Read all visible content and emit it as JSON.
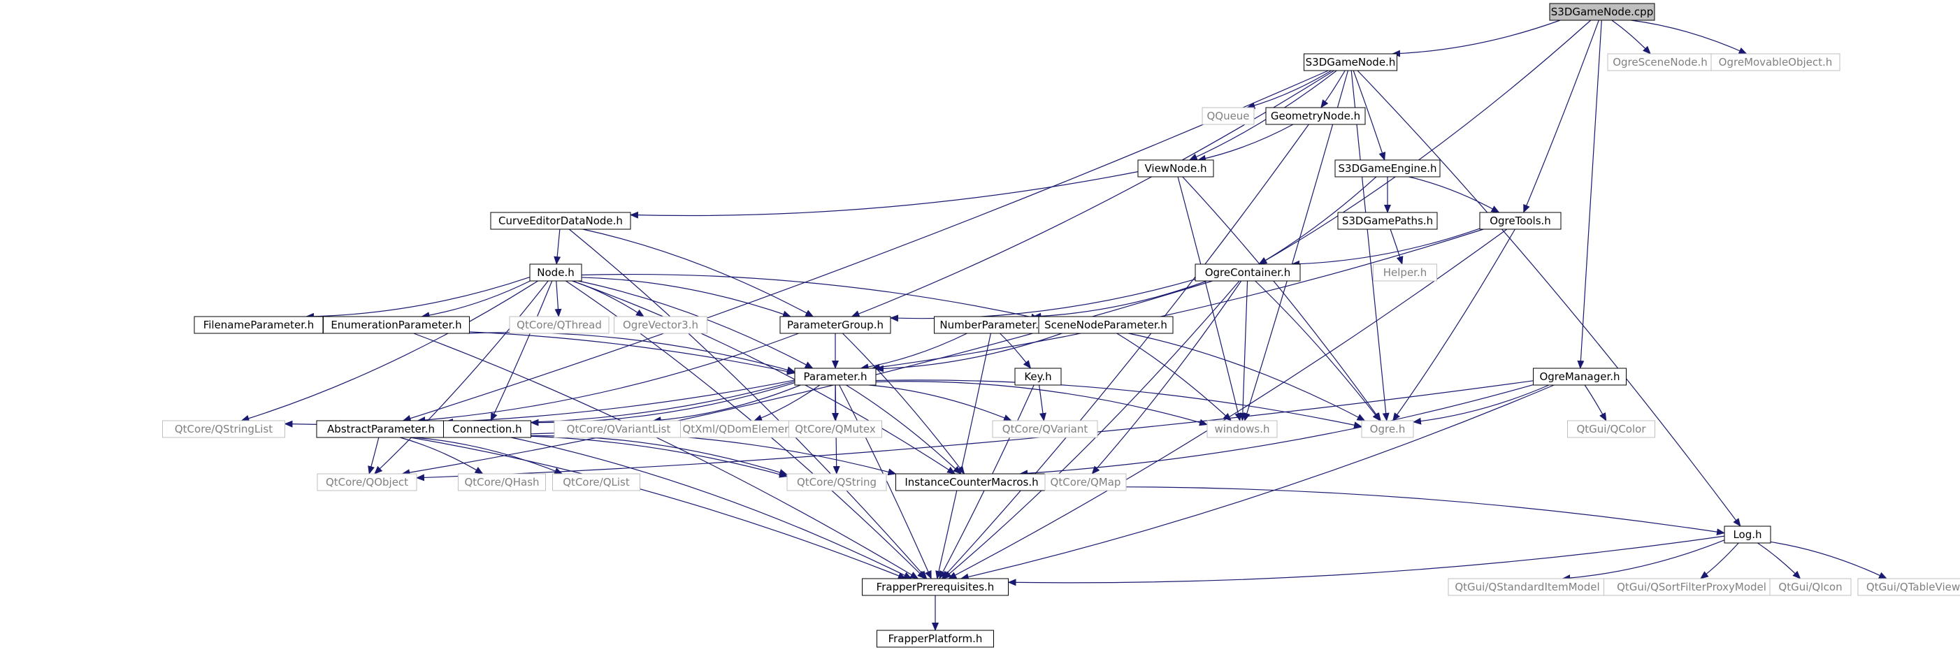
{
  "graph": {
    "root": "S3DGameNode.cpp",
    "colors": {
      "background": "#ffffff",
      "edge": "#191970",
      "node_border": "#000000",
      "external_border": "#bfbfbf",
      "external_text": "#808080",
      "root_fill": "#bfbfbf",
      "text": "#000000"
    },
    "nodes": {
      "root": {
        "label": "S3DGameNode.cpp",
        "kind": "root"
      },
      "s3dgamenode_h": {
        "label": "S3DGameNode.h",
        "kind": "documented"
      },
      "ogrescenenode_h": {
        "label": "OgreSceneNode.h",
        "kind": "external"
      },
      "ogremovableobject_h": {
        "label": "OgreMovableObject.h",
        "kind": "external"
      },
      "qqueue": {
        "label": "QQueue",
        "kind": "external"
      },
      "geometrynode_h": {
        "label": "GeometryNode.h",
        "kind": "documented"
      },
      "viewnode_h": {
        "label": "ViewNode.h",
        "kind": "documented"
      },
      "s3dgameengine_h": {
        "label": "S3DGameEngine.h",
        "kind": "documented"
      },
      "s3dgamepaths_h": {
        "label": "S3DGamePaths.h",
        "kind": "documented"
      },
      "helper_h": {
        "label": "Helper.h",
        "kind": "external"
      },
      "ogretools_h": {
        "label": "OgreTools.h",
        "kind": "documented"
      },
      "curveeditordatanode_h": {
        "label": "CurveEditorDataNode.h",
        "kind": "documented"
      },
      "node_h": {
        "label": "Node.h",
        "kind": "documented"
      },
      "ogrecontainer_h": {
        "label": "OgreContainer.h",
        "kind": "documented"
      },
      "filenameparameter_h": {
        "label": "FilenameParameter.h",
        "kind": "documented"
      },
      "enumerationparameter_h": {
        "label": "EnumerationParameter.h",
        "kind": "documented"
      },
      "qtcore_qthread": {
        "label": "QtCore/QThread",
        "kind": "external"
      },
      "ogrevector3_h": {
        "label": "OgreVector3.h",
        "kind": "external"
      },
      "parametergroup_h": {
        "label": "ParameterGroup.h",
        "kind": "documented"
      },
      "numberparameter_h": {
        "label": "NumberParameter.h",
        "kind": "documented"
      },
      "scenenodeparameter_h": {
        "label": "SceneNodeParameter.h",
        "kind": "documented"
      },
      "parameter_h": {
        "label": "Parameter.h",
        "kind": "documented"
      },
      "key_h": {
        "label": "Key.h",
        "kind": "documented"
      },
      "ogremanager_h": {
        "label": "OgreManager.h",
        "kind": "documented"
      },
      "qtcore_qstringlist": {
        "label": "QtCore/QStringList",
        "kind": "external"
      },
      "abstractparameter_h": {
        "label": "AbstractParameter.h",
        "kind": "documented"
      },
      "connection_h": {
        "label": "Connection.h",
        "kind": "documented"
      },
      "qtcore_qvariantlist": {
        "label": "QtCore/QVariantList",
        "kind": "external"
      },
      "qtxml_qdomelement": {
        "label": "QtXml/QDomElement",
        "kind": "external"
      },
      "qtcore_qmutex": {
        "label": "QtCore/QMutex",
        "kind": "external"
      },
      "qtcore_qvariant": {
        "label": "QtCore/QVariant",
        "kind": "external"
      },
      "windows_h": {
        "label": "windows.h",
        "kind": "external"
      },
      "ogre_h": {
        "label": "Ogre.h",
        "kind": "external"
      },
      "qtgui_qcolor": {
        "label": "QtGui/QColor",
        "kind": "external"
      },
      "qtcore_qobject": {
        "label": "QtCore/QObject",
        "kind": "external"
      },
      "qtcore_qhash": {
        "label": "QtCore/QHash",
        "kind": "external"
      },
      "qtcore_qlist": {
        "label": "QtCore/QList",
        "kind": "external"
      },
      "qtcore_qstring": {
        "label": "QtCore/QString",
        "kind": "external"
      },
      "instancecountermacros_h": {
        "label": "InstanceCounterMacros.h",
        "kind": "documented"
      },
      "qtcore_qmap": {
        "label": "QtCore/QMap",
        "kind": "external"
      },
      "log_h": {
        "label": "Log.h",
        "kind": "documented"
      },
      "frapperprerequisites_h": {
        "label": "FrapperPrerequisites.h",
        "kind": "documented"
      },
      "qtgui_qstandarditemmodel": {
        "label": "QtGui/QStandardItemModel",
        "kind": "external"
      },
      "qtgui_qsortfilterproxymodel": {
        "label": "QtGui/QSortFilterProxyModel",
        "kind": "external"
      },
      "qtgui_qicon": {
        "label": "QtGui/QIcon",
        "kind": "external"
      },
      "qtgui_qtableview": {
        "label": "QtGui/QTableView",
        "kind": "external"
      },
      "frapperplatform_h": {
        "label": "FrapperPlatform.h",
        "kind": "documented"
      }
    },
    "edges": [
      [
        "root",
        "s3dgamenode_h"
      ],
      [
        "root",
        "ogrescenenode_h"
      ],
      [
        "root",
        "ogremovableobject_h"
      ],
      [
        "root",
        "ogrecontainer_h"
      ],
      [
        "root",
        "ogretools_h"
      ],
      [
        "root",
        "ogremanager_h"
      ],
      [
        "s3dgamenode_h",
        "qqueue"
      ],
      [
        "s3dgamenode_h",
        "geometrynode_h"
      ],
      [
        "s3dgamenode_h",
        "viewnode_h"
      ],
      [
        "s3dgamenode_h",
        "s3dgameengine_h"
      ],
      [
        "s3dgamenode_h",
        "parametergroup_h"
      ],
      [
        "s3dgamenode_h",
        "abstractparameter_h"
      ],
      [
        "s3dgamenode_h",
        "windows_h"
      ],
      [
        "s3dgamenode_h",
        "ogre_h"
      ],
      [
        "s3dgamenode_h",
        "log_h"
      ],
      [
        "geometrynode_h",
        "viewnode_h"
      ],
      [
        "geometrynode_h",
        "frapperprerequisites_h"
      ],
      [
        "viewnode_h",
        "curveeditordatanode_h"
      ],
      [
        "viewnode_h",
        "windows_h"
      ],
      [
        "viewnode_h",
        "ogre_h"
      ],
      [
        "s3dgameengine_h",
        "s3dgamepaths_h"
      ],
      [
        "s3dgameengine_h",
        "ogretools_h"
      ],
      [
        "s3dgameengine_h",
        "ogrecontainer_h"
      ],
      [
        "s3dgamepaths_h",
        "helper_h"
      ],
      [
        "ogretools_h",
        "ogrecontainer_h"
      ],
      [
        "ogretools_h",
        "parameter_h"
      ],
      [
        "ogretools_h",
        "ogre_h"
      ],
      [
        "ogretools_h",
        "frapperprerequisites_h"
      ],
      [
        "curveeditordatanode_h",
        "node_h"
      ],
      [
        "curveeditordatanode_h",
        "parametergroup_h"
      ],
      [
        "curveeditordatanode_h",
        "frapperprerequisites_h"
      ],
      [
        "node_h",
        "filenameparameter_h"
      ],
      [
        "node_h",
        "enumerationparameter_h"
      ],
      [
        "node_h",
        "qtcore_qthread"
      ],
      [
        "node_h",
        "ogrevector3_h"
      ],
      [
        "node_h",
        "parametergroup_h"
      ],
      [
        "node_h",
        "scenenodeparameter_h"
      ],
      [
        "node_h",
        "parameter_h"
      ],
      [
        "node_h",
        "qtcore_qstringlist"
      ],
      [
        "node_h",
        "qtcore_qobject"
      ],
      [
        "node_h",
        "connection_h"
      ],
      [
        "node_h",
        "instancecountermacros_h"
      ],
      [
        "node_h",
        "frapperprerequisites_h"
      ],
      [
        "ogrecontainer_h",
        "parametergroup_h"
      ],
      [
        "ogrecontainer_h",
        "numberparameter_h"
      ],
      [
        "ogrecontainer_h",
        "windows_h"
      ],
      [
        "ogrecontainer_h",
        "ogre_h"
      ],
      [
        "ogrecontainer_h",
        "qtcore_qobject"
      ],
      [
        "ogrecontainer_h",
        "qtcore_qmap"
      ],
      [
        "ogrecontainer_h",
        "frapperprerequisites_h"
      ],
      [
        "filenameparameter_h",
        "parameter_h"
      ],
      [
        "enumerationparameter_h",
        "parameter_h"
      ],
      [
        "enumerationparameter_h",
        "frapperprerequisites_h"
      ],
      [
        "parametergroup_h",
        "parameter_h"
      ],
      [
        "parametergroup_h",
        "abstractparameter_h"
      ],
      [
        "parametergroup_h",
        "instancecountermacros_h"
      ],
      [
        "numberparameter_h",
        "parameter_h"
      ],
      [
        "numberparameter_h",
        "key_h"
      ],
      [
        "numberparameter_h",
        "frapperprerequisites_h"
      ],
      [
        "scenenodeparameter_h",
        "parameter_h"
      ],
      [
        "scenenodeparameter_h",
        "ogre_h"
      ],
      [
        "scenenodeparameter_h",
        "windows_h"
      ],
      [
        "key_h",
        "qtcore_qvariant"
      ],
      [
        "key_h",
        "frapperprerequisites_h"
      ],
      [
        "parameter_h",
        "qtcore_qstringlist"
      ],
      [
        "parameter_h",
        "abstractparameter_h"
      ],
      [
        "parameter_h",
        "connection_h"
      ],
      [
        "parameter_h",
        "qtcore_qvariantlist"
      ],
      [
        "parameter_h",
        "qtxml_qdomelement"
      ],
      [
        "parameter_h",
        "qtcore_qmutex"
      ],
      [
        "parameter_h",
        "qtcore_qvariant"
      ],
      [
        "parameter_h",
        "windows_h"
      ],
      [
        "parameter_h",
        "ogre_h"
      ],
      [
        "parameter_h",
        "qtcore_qstring"
      ],
      [
        "parameter_h",
        "instancecountermacros_h"
      ],
      [
        "parameter_h",
        "frapperprerequisites_h"
      ],
      [
        "ogremanager_h",
        "ogre_h"
      ],
      [
        "ogremanager_h",
        "qtgui_qcolor"
      ],
      [
        "ogremanager_h",
        "qtcore_qobject"
      ],
      [
        "ogremanager_h",
        "instancecountermacros_h"
      ],
      [
        "ogremanager_h",
        "frapperprerequisites_h"
      ],
      [
        "abstractparameter_h",
        "qtcore_qobject"
      ],
      [
        "abstractparameter_h",
        "qtcore_qhash"
      ],
      [
        "abstractparameter_h",
        "qtcore_qlist"
      ],
      [
        "abstractparameter_h",
        "qtcore_qstring"
      ],
      [
        "abstractparameter_h",
        "frapperprerequisites_h"
      ],
      [
        "connection_h",
        "qtcore_qstring"
      ],
      [
        "connection_h",
        "instancecountermacros_h"
      ],
      [
        "connection_h",
        "frapperprerequisites_h"
      ],
      [
        "instancecountermacros_h",
        "log_h"
      ],
      [
        "log_h",
        "frapperprerequisites_h"
      ],
      [
        "log_h",
        "qtgui_qstandarditemmodel"
      ],
      [
        "log_h",
        "qtgui_qsortfilterproxymodel"
      ],
      [
        "log_h",
        "qtgui_qicon"
      ],
      [
        "log_h",
        "qtgui_qtableview"
      ],
      [
        "frapperprerequisites_h",
        "frapperplatform_h"
      ]
    ]
  }
}
